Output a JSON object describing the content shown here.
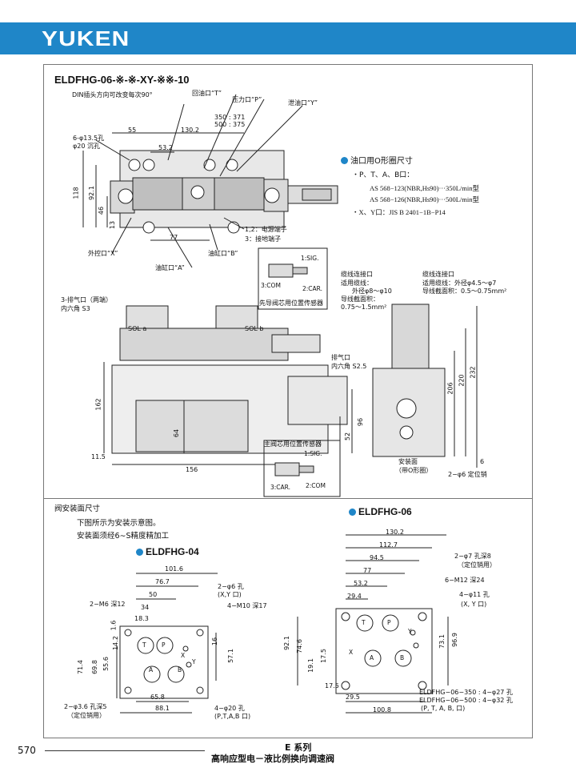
{
  "header": {
    "brand": "YUKEN"
  },
  "model_title": "ELDFHG-06-※-※-XY-※※-10",
  "top_view": {
    "din_note": "DIN插头方向可改变每次90°",
    "return_port": "回油口“T”",
    "pressure_port": "压力口“P”",
    "drain_port": "泄油口“Y”",
    "dim_350": "350 : 371",
    "dim_500": "500 : 375",
    "holes": "6-φ13.5孔",
    "counterbore": "φ20 沉孔",
    "dim_55": "55",
    "dim_130_2": "130.2",
    "dim_53_2": "53.2",
    "dim_118": "118",
    "dim_92_1": "92.1",
    "dim_46": "46",
    "dim_13": "13",
    "dim_77": "77",
    "power_terminal": "1,2：电源端子",
    "ground_terminal": "3：接地端子",
    "ext_pilot": "外控口“X”",
    "port_a": "油缸口“A”",
    "port_b": "油缸口“B”"
  },
  "o_ring": {
    "title": "油口用O形圈尺寸",
    "line1": "・P、T、A、B口：",
    "line2": "AS 568−123(NBR,Hs90)···350L/min型",
    "line3": "AS 568−126(NBR,Hs90)···500L/min型",
    "line4": "・X、Y口：JIS B 2401−1B−P14"
  },
  "front_view": {
    "sensor_sig": "1:SIG.",
    "sensor_com": "3:COM",
    "sensor_car": "2:CAR.",
    "pilot_sensor": "先导阀芯用位置传感器",
    "vent3": "3-排气口（两端）",
    "hex_s3": "内六角 S3",
    "sol_a": "SOL a",
    "sol_b": "SOL b",
    "vent": "排气口",
    "hex_s2_5": "内六角 S2.5",
    "dim_162": "162",
    "dim_64": "64",
    "dim_96": "96",
    "dim_52": "52",
    "dim_11_5": "11.5",
    "dim_156": "156",
    "main_sensor": "主阀芯用位置传感器",
    "main_sig": "1:SIG.",
    "main_car": "3:CAR.",
    "main_com": "2:COM"
  },
  "side_view": {
    "cable_port_l": "缆线连接口",
    "applicable_cable_l": "适用缆线：",
    "outer_dia_l": "外径φ8～φ10",
    "cross_section_l": "导线截面积：",
    "cross_value_l": "0.75～1.5mm²",
    "cable_port_r": "缆线连接口",
    "applicable_cable_r": "适用缆线：外径φ4.5～φ7",
    "cross_section_r": "导线截面积：0.5～0.75mm²",
    "dim_206": "206",
    "dim_220": "220",
    "dim_232": "232",
    "dim_6": "6",
    "mount_face": "安装面",
    "with_oring": "（带O形圈）",
    "locating_pin": "2−φ6 定位销"
  },
  "mounting": {
    "title": "阀安装面尺寸",
    "note1": "下图所示为安装示意图。",
    "note2": "安装面须经6∼S精度精加工"
  },
  "eldfhg04": {
    "title": "ELDFHG-04",
    "d101_6": "101.6",
    "d76_7": "76.7",
    "d50": "50",
    "d34": "34",
    "d18_3": "18.3",
    "d1_6": "1.6",
    "d14_2": "14.2",
    "d55_6": "55.6",
    "d69_8": "69.8",
    "d71_4": "71.4",
    "d16": "16",
    "d57_1": "57.1",
    "d65_8": "65.8",
    "d88_1": "88.1",
    "m6": "2−M6 深12",
    "phi6": "2−φ6 孔",
    "xy": "(X,Y 口)",
    "m10": "4−M10 深17",
    "pin": "2−φ3.6 孔深5",
    "pin_note": "（定位销用）",
    "phi20": "4−φ20 孔",
    "ptab": "(P,T,A,B 口)",
    "lbl_t": "T",
    "lbl_p": "P",
    "lbl_a": "A",
    "lbl_b": "B",
    "lbl_x": "X",
    "lbl_y": "Y"
  },
  "eldfhg06": {
    "title": "ELDFHG-06",
    "d130_2": "130.2",
    "d112_7": "112.7",
    "d94_5": "94.5",
    "d77": "77",
    "d53_2": "53.2",
    "d29_4": "29.4",
    "phi7": "2−φ7 孔深8",
    "pin_note": "（定位销用）",
    "m12": "6−M12 深24",
    "phi11": "4−φ11 孔",
    "xy": "(X, Y 口)",
    "d92_1": "92.1",
    "d74_6": "74.6",
    "d19_1": "19.1",
    "d17_5": "17.5",
    "d73_1": "73.1",
    "d96_9": "96.9",
    "d17_5b": "17.5",
    "d29_5": "29.5",
    "d100_8": "100.8",
    "n350": "ELDFHG−06−350 : 4−φ27 孔",
    "n500": "ELDFHG−06−500 : 4−φ32 孔",
    "ports": "(P, T, A, B, 口)",
    "lbl_t": "T",
    "lbl_p": "P",
    "lbl_a": "A",
    "lbl_b": "B",
    "lbl_x": "X",
    "lbl_y": "Y"
  },
  "footer": {
    "page": "570",
    "series": "E 系列",
    "subtitle": "高响应型电－液比例换向调速阀"
  },
  "colors": {
    "accent": "#1f86c8"
  }
}
